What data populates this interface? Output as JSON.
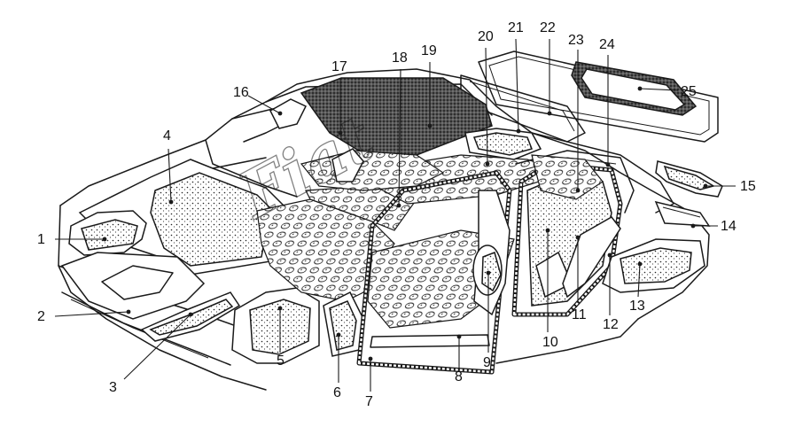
{
  "diagram": {
    "callouts": [
      {
        "id": "1",
        "label": "1"
      },
      {
        "id": "2",
        "label": "2"
      },
      {
        "id": "3",
        "label": "3"
      },
      {
        "id": "4",
        "label": "4"
      },
      {
        "id": "5",
        "label": "5"
      },
      {
        "id": "6",
        "label": "6"
      },
      {
        "id": "7",
        "label": "7"
      },
      {
        "id": "8",
        "label": "8"
      },
      {
        "id": "9",
        "label": "9"
      },
      {
        "id": "10",
        "label": "10"
      },
      {
        "id": "11",
        "label": "11"
      },
      {
        "id": "12",
        "label": "12"
      },
      {
        "id": "13",
        "label": "13"
      },
      {
        "id": "14",
        "label": "14"
      },
      {
        "id": "15",
        "label": "15"
      },
      {
        "id": "16",
        "label": "16"
      },
      {
        "id": "17",
        "label": "17"
      },
      {
        "id": "18",
        "label": "18"
      },
      {
        "id": "19",
        "label": "19"
      },
      {
        "id": "20",
        "label": "20"
      },
      {
        "id": "21",
        "label": "21"
      },
      {
        "id": "22",
        "label": "22"
      },
      {
        "id": "23",
        "label": "23"
      },
      {
        "id": "24",
        "label": "24"
      },
      {
        "id": "25",
        "label": "25"
      }
    ],
    "watermark": "Fiat"
  }
}
